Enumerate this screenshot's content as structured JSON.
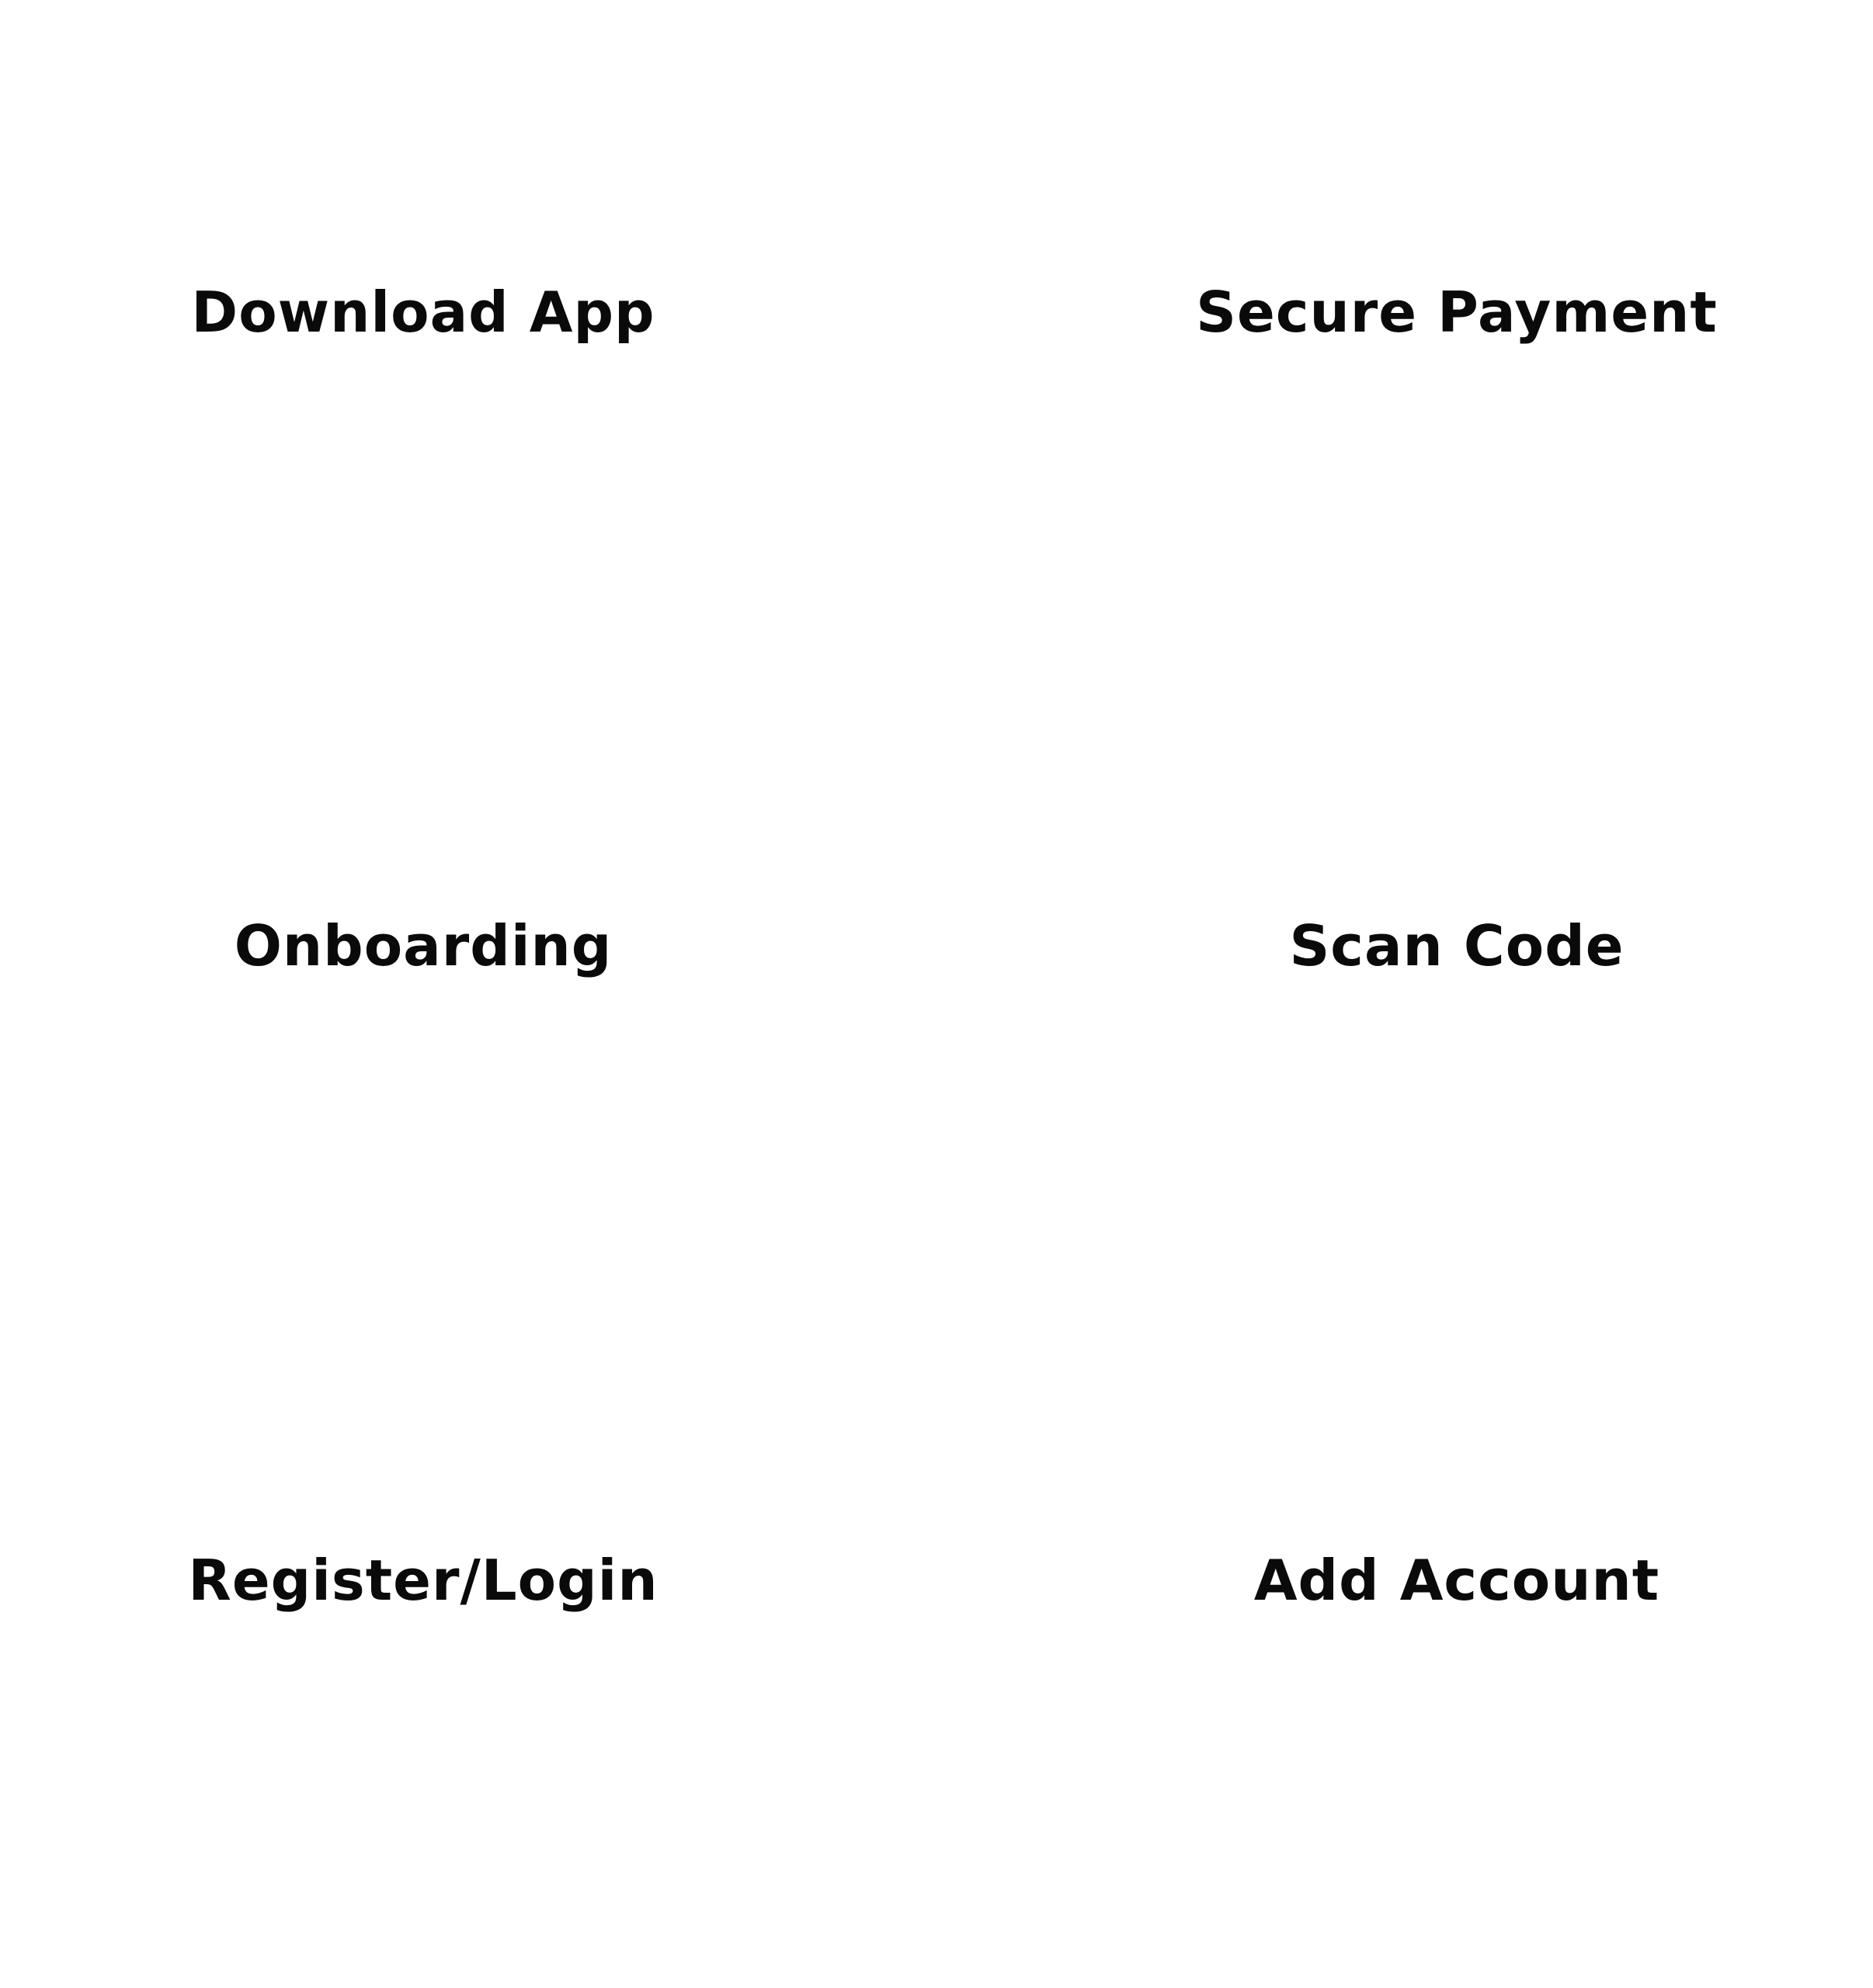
{
  "steps": [
    {
      "label": "Download App"
    },
    {
      "label": "Secure Payment"
    },
    {
      "label": "Onboarding"
    },
    {
      "label": "Scan Code"
    },
    {
      "label": "Register/Login"
    },
    {
      "label": "Add Account"
    }
  ]
}
